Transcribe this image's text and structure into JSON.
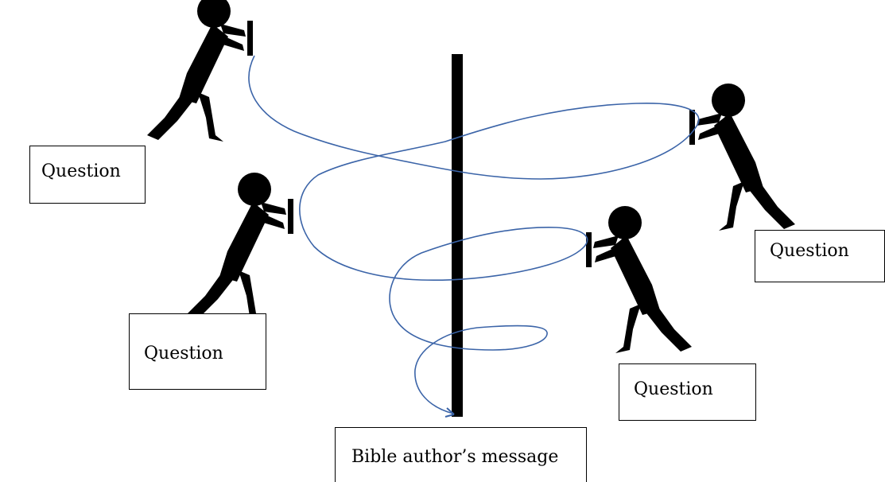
{
  "boxes": {
    "question_top_left": "Question",
    "question_bottom_left": "Question",
    "question_right": "Question",
    "question_bottom_right": "Question",
    "message": "Bible author’s message"
  },
  "colors": {
    "figure": "#000000",
    "pole": "#000000",
    "curve": "#3b64a8",
    "box_border": "#000000"
  }
}
